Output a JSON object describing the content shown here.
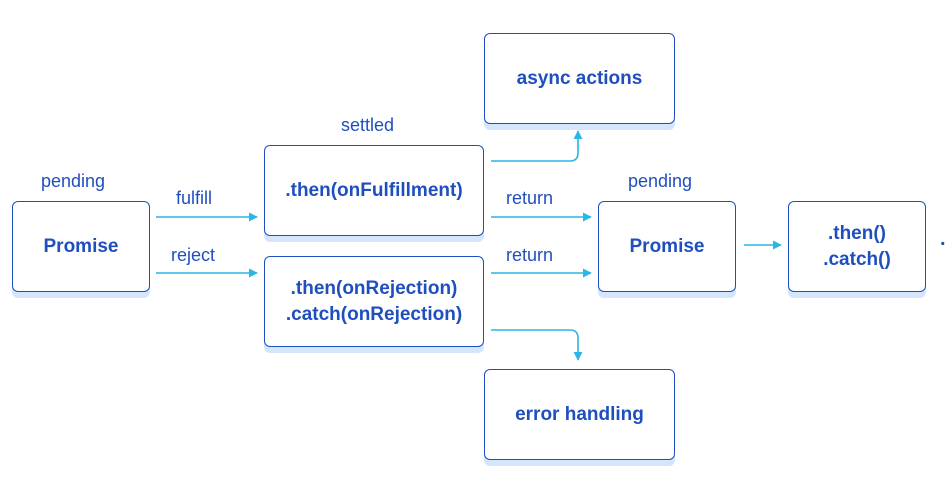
{
  "colors": {
    "node_border": "#1f4fbf",
    "node_text": "#1f4fbf",
    "node_shadow": "#d4e6fb",
    "arrow": "#29b6e8"
  },
  "nodes": {
    "promise_start": {
      "lines": [
        "Promise"
      ]
    },
    "then_fulfillment": {
      "lines": [
        ".then(onFulfillment)"
      ]
    },
    "then_rejection": {
      "lines": [
        ".then(onRejection)",
        ".catch(onRejection)"
      ]
    },
    "async_actions": {
      "lines": [
        "async actions"
      ]
    },
    "promise_next": {
      "lines": [
        "Promise"
      ]
    },
    "then_catch": {
      "lines": [
        ".then()",
        ".catch()"
      ]
    },
    "error_handling": {
      "lines": [
        "error handling"
      ]
    }
  },
  "labels": {
    "pending_start": "pending",
    "settled": "settled",
    "fulfill": "fulfill",
    "reject": "reject",
    "return_top": "return",
    "return_bottom": "return",
    "pending_next": "pending",
    "continuation": "."
  }
}
